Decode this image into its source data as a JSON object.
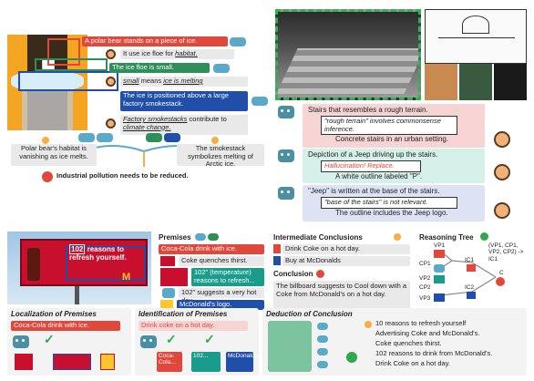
{
  "polar": {
    "caption1": "A polar bear stands on a piece of ice.",
    "caption2_pre": "It use ice floe for ",
    "caption2_em": "habitat.",
    "caption3": "The ice floe is small.",
    "caption4_pre": "small",
    "caption4_mid": " means ",
    "caption4_em": "ice is melting",
    "caption5": "The ice is positioned above a large factory smokestack.",
    "caption6_a": "Factory smokestacks",
    "caption6_b": " contribute to ",
    "caption6_c": "climate change.",
    "left_conclusion": "Polar bear's habitat is vanishing as ice melts.",
    "right_conclusion": "The smokestack symbolizes melting of Arctic ice.",
    "final": "Industrial pollution needs to be reduced."
  },
  "stairs": {
    "s1": "Stairs that resembles a rough terrain.",
    "s1_box": "\"rough terrain\" involves commonsense inference.",
    "s1_out": "Concrete stairs in an urban setting.",
    "s2": "Depiction of a Jeep driving up the stairs.",
    "s2_box": "Hallucination! Replace.",
    "s2_out": "A white outline labeled \"P\".",
    "s3": "\"Jeep\" is written at the base of the stairs.",
    "s3_box": "\"base of the stairs\" is not relevant.",
    "s3_out": "The outline includes the Jeep logo."
  },
  "billboard": {
    "num": "102",
    "line1": "reasons to",
    "line2": "refresh yourself."
  },
  "premises": {
    "title": "Premises",
    "items": [
      "Coca-Cola drink with ice.",
      "Coke quenches thirst.",
      "102\" (temperature) reasons to refresh...",
      "102\" suggests a very hot day.",
      "McDonald's logo."
    ]
  },
  "intermediate": {
    "title": "Intermediate Conclusions",
    "items": [
      "Drink Coke on a hot day.",
      "Buy at McDonalds"
    ]
  },
  "conclusion": {
    "title": "Conclusion",
    "text": "The billboard suggests to Cool down with a Coke from McDonald's on a hot day."
  },
  "tree": {
    "title": "Reasoning Tree",
    "vp1": "VP1",
    "cp1": "CP1",
    "vp2": "VP2",
    "cp2": "CP2",
    "vp3": "VP3",
    "ic1": "IC1",
    "ic2": "IC2",
    "c": "C",
    "note": "(VP1, CP1, VP2, CP2) -> IC1"
  },
  "localization": {
    "title": "Localization of Premises",
    "item": "Coca-Cola drink with ice."
  },
  "identification": {
    "title": "Identification of Premises",
    "item": "Drink coke on a hot day.",
    "t1": "Coca-Cola...",
    "t2": "102...",
    "t3": "McDonald..."
  },
  "deduction": {
    "title": "Deduction of Conclusion",
    "items": [
      "10 reasons to refresh yourself",
      "Advertising Coke and McDonald's.",
      "Coke quenches thirst.",
      "102 reasons to drink from McDonald's.",
      "Drink Coke on a hot day."
    ]
  }
}
